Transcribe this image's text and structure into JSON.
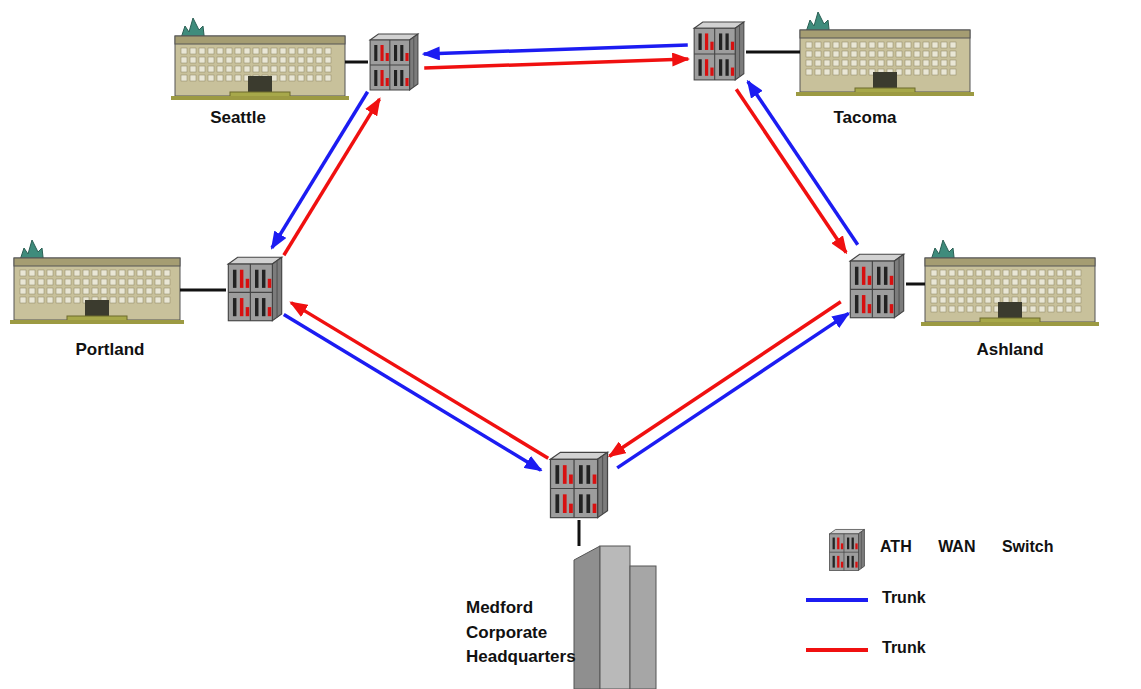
{
  "diagram": {
    "nodes": [
      {
        "text": [
          "Seattle"
        ]
      },
      {
        "text": [
          "Tacoma"
        ]
      },
      {
        "text": [
          "Portland"
        ]
      },
      {
        "text": [
          "Ashland"
        ]
      },
      {
        "text": [
          "Medford Corporate Headquarters"
        ]
      }
    ],
    "edges": [
      {
        "from": 1,
        "to": 0,
        "arrow": "to"
      },
      {
        "from": 0,
        "to": 1,
        "arrow": "to"
      },
      {
        "from": 0,
        "to": 2,
        "arrow": "to"
      },
      {
        "from": 2,
        "to": 0,
        "arrow": "to"
      },
      {
        "from": 1,
        "to": 3,
        "arrow": "to"
      },
      {
        "from": 3,
        "to": 1,
        "arrow": "to"
      },
      {
        "from": 2,
        "to": 4,
        "arrow": "to"
      },
      {
        "from": 4,
        "to": 2,
        "arrow": "to"
      },
      {
        "from": 3,
        "to": 4,
        "arrow": "to"
      },
      {
        "from": 4,
        "to": 3,
        "arrow": "to"
      }
    ],
    "legend": [
      {
        "text": "ATH WAN Switch"
      },
      {
        "text": "Trunk",
        "color": "#1c1cf2"
      },
      {
        "text": "Trunk",
        "color": "#f01010"
      }
    ]
  }
}
